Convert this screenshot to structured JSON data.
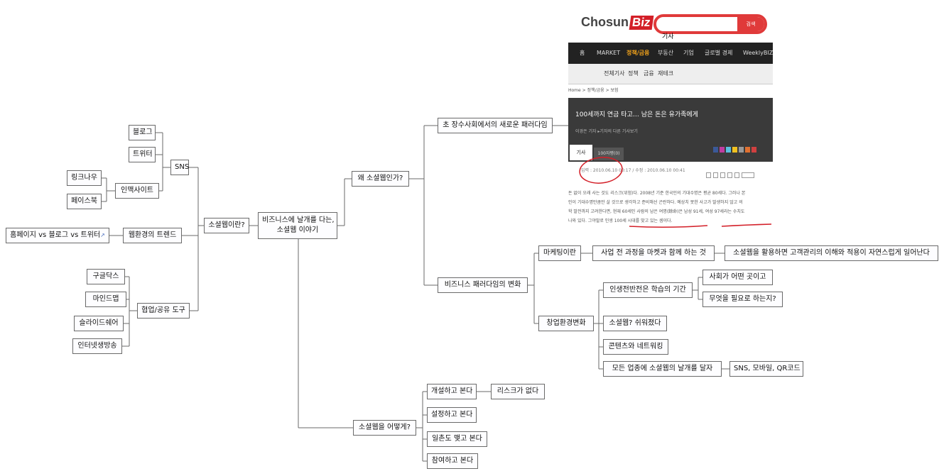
{
  "center": {
    "line1": "비즈니스에 날개를 다는,",
    "line2": "소셜웹 이야기"
  },
  "nodes": {
    "what_is": "소셜웹이란?",
    "sns": "SNS",
    "blog": "블로그",
    "twitter": "트위터",
    "network_site": "인맥사이트",
    "linkednow": "링크나우",
    "facebook": "페이스북",
    "web_trend": "웹환경의 트렌드",
    "homepage_vs": "홈페이지 vs 블로그 vs 트위터",
    "collab_tools": "협업/공유 도구",
    "google_docs": "구글닥스",
    "mindmap": "마인드맵",
    "slideshare": "슬라이드쉐어",
    "internet_broadcast": "인터넷생방송",
    "why": "왜 소셜웹인가?",
    "paradigm_longevity": "초 장수사회에서의 새로운 패러다임",
    "biz_paradigm": "비즈니스 패러다임의 변화",
    "marketing_is": "마케팅이란",
    "marketing_process": "사업 전 과정을 마켓과 함께 하는 것",
    "marketing_social": "소셜웹을 활용하면 고객관리의 이해와 적용이 자연스럽게 일어난다",
    "startup_env": "창업환경변화",
    "learning_period": "인생전반전은 학습의 기간",
    "society_place": "사회가 어떤 곳이고",
    "what_needed": "무엇을 필요로 하는지?",
    "social_easy": "소셜웹? 쉬워졌다",
    "contents_network": "콘텐츠와 네트워킹",
    "all_business": "모든 업종에 소셜웹의 날개를 달자",
    "sns_mobile_qr": "SNS, 모바일, QR코드",
    "how": "소셜웹을 어떻게?",
    "open_see": "개설하고 본다",
    "no_risk": "리스크가 없다",
    "setup_see": "설정하고 본다",
    "relation_see": "일촌도 맺고 본다",
    "join_see": "참여하고 본다"
  },
  "article": {
    "logo_text": "Chosun",
    "logo_badge": "Biz",
    "search_button": "검색",
    "nav": [
      "홈",
      "MARKET",
      "정책/금융",
      "부동산",
      "기업",
      "글로벌 경제",
      "WeeklyBIZ"
    ],
    "nav_active": "정책/금융",
    "subnav": [
      "전체기사",
      "정책",
      "금융",
      "재테크"
    ],
    "breadcrumb": "Home > 정책/금융 > 보험",
    "headline": "100세까지 연금 타고… 남은 돈은 유가족에게",
    "writer": "이경은 기자 ▸기자의 다른 기사보기",
    "tag_word": "기사",
    "tab_article": "기사",
    "tab_comments": "100자평(0)",
    "dates": "입력 : 2010.06.10 00:17 / 수정 : 2010.06.10 00:41",
    "body": [
      "돈 없이 오래 사는 것도 리스크(위험)다. 2008년 기준 한국인의 기대수명은 평균 80세다. 그러나 본",
      "인이 기대수명만큼만 살 것으로 생각하고 준비해선 곤란하다. 예상치 못한 사고가 발생하지 않고 의",
      "학 발전까지 고려한다면, 현재 60세인 사람의 남은 여명(餘命)은 남성 91세, 여성 97세라는 수치도",
      "나와 있다. 그야말로 인생 100세 시대를 맞고 있는 셈이다."
    ],
    "accent_red": "#d31f28"
  }
}
